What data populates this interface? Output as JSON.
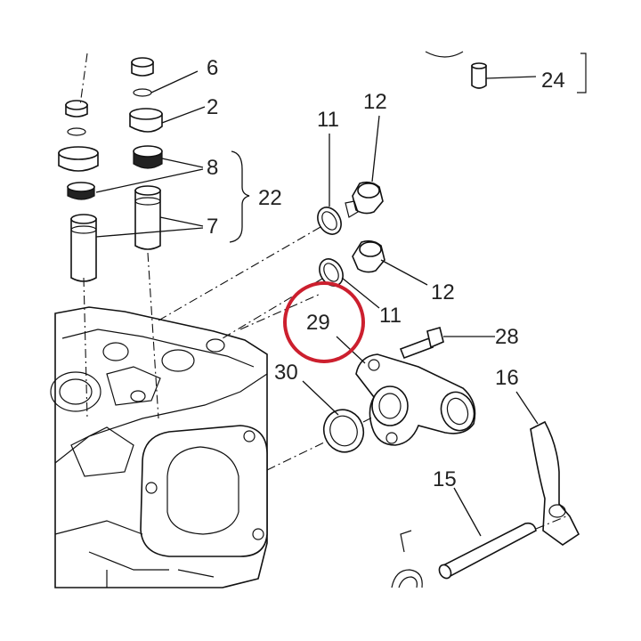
{
  "labels": {
    "l6": "6",
    "l2": "2",
    "l8": "8",
    "l22": "22",
    "l7": "7",
    "l11a": "11",
    "l12a": "12",
    "l11b": "11",
    "l12b": "12",
    "l29": "29",
    "l28": "28",
    "l30": "30",
    "l16": "16",
    "l15": "15",
    "l24": "24"
  },
  "highlight": {
    "part": "29",
    "color": "#cc1f2e"
  },
  "colors": {
    "line": "#111111",
    "background": "#ffffff"
  }
}
